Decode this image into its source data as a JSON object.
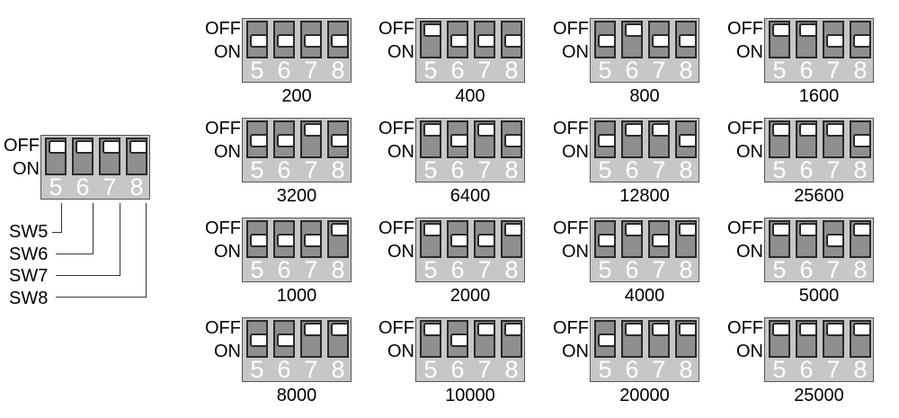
{
  "labels": {
    "off": "OFF",
    "on": "ON"
  },
  "switch_numbers": [
    "5",
    "6",
    "7",
    "8"
  ],
  "legend": {
    "switch_names": [
      "SW5",
      "SW6",
      "SW7",
      "SW8"
    ],
    "states": [
      "off",
      "off",
      "off",
      "off"
    ]
  },
  "settings": [
    {
      "value": "200",
      "states": [
        "on",
        "on",
        "on",
        "on"
      ]
    },
    {
      "value": "400",
      "states": [
        "off",
        "on",
        "on",
        "on"
      ]
    },
    {
      "value": "800",
      "states": [
        "on",
        "off",
        "on",
        "on"
      ]
    },
    {
      "value": "1600",
      "states": [
        "off",
        "off",
        "on",
        "on"
      ]
    },
    {
      "value": "3200",
      "states": [
        "on",
        "on",
        "off",
        "on"
      ]
    },
    {
      "value": "6400",
      "states": [
        "off",
        "on",
        "off",
        "on"
      ]
    },
    {
      "value": "12800",
      "states": [
        "on",
        "off",
        "off",
        "on"
      ]
    },
    {
      "value": "25600",
      "states": [
        "off",
        "off",
        "off",
        "on"
      ]
    },
    {
      "value": "1000",
      "states": [
        "on",
        "on",
        "on",
        "off"
      ]
    },
    {
      "value": "2000",
      "states": [
        "off",
        "on",
        "on",
        "off"
      ]
    },
    {
      "value": "4000",
      "states": [
        "on",
        "off",
        "on",
        "off"
      ]
    },
    {
      "value": "5000",
      "states": [
        "off",
        "off",
        "on",
        "off"
      ]
    },
    {
      "value": "8000",
      "states": [
        "on",
        "on",
        "off",
        "off"
      ]
    },
    {
      "value": "10000",
      "states": [
        "off",
        "on",
        "off",
        "off"
      ]
    },
    {
      "value": "20000",
      "states": [
        "on",
        "off",
        "off",
        "off"
      ]
    },
    {
      "value": "25000",
      "states": [
        "off",
        "off",
        "off",
        "off"
      ]
    }
  ]
}
